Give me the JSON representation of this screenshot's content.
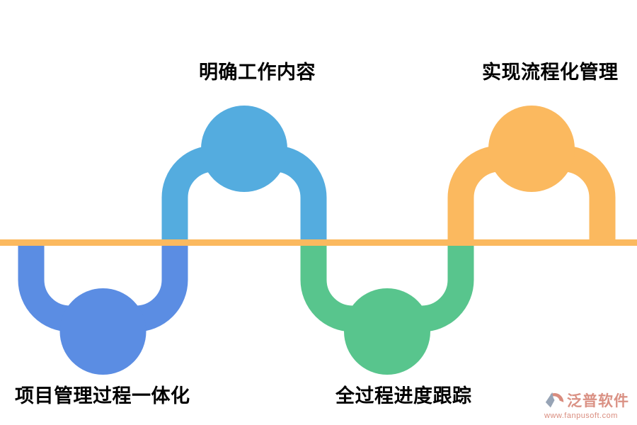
{
  "background_color": "#ffffff",
  "baseline": {
    "color": "#FBB95F"
  },
  "nodes": [
    {
      "id": "top-left",
      "label": "明确工作内容",
      "color": "#54ACDF",
      "position": "above-line",
      "shape": "arch"
    },
    {
      "id": "top-right",
      "label": "实现流程化管理",
      "color": "#FBB95F",
      "position": "above-line",
      "shape": "arch"
    },
    {
      "id": "bottom-left",
      "label": "项目管理过程一体化",
      "color": "#5B8DE3",
      "position": "below-line",
      "shape": "u"
    },
    {
      "id": "bottom-middle",
      "label": "全过程进度跟踪",
      "color": "#58C58D",
      "position": "below-line",
      "shape": "u"
    }
  ],
  "watermark": {
    "brand": "泛普软件",
    "url": "www.fanpusoft.com",
    "brand_color": "#DA9184",
    "url_color": "#D98C7E",
    "logo_gray": "#97A4B6",
    "logo_salmon": "#D98C7E"
  }
}
